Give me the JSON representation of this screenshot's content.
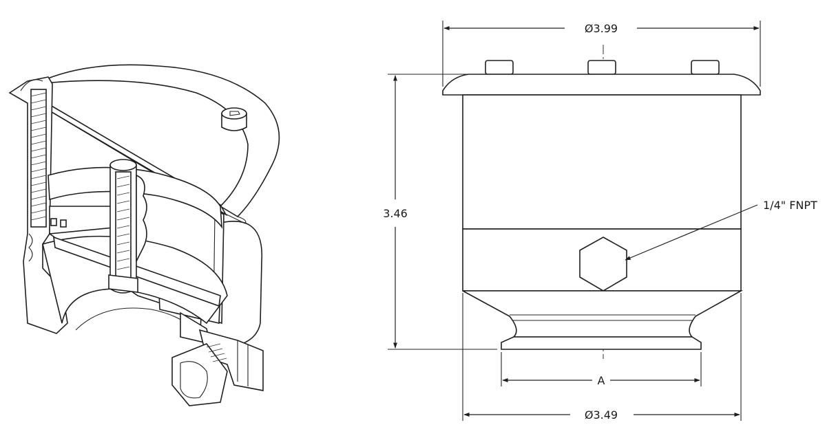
{
  "dimensions": {
    "top_diameter": "Ø3.99",
    "bottom_diameter": "Ø3.49",
    "height": "3.46",
    "opening": "A"
  },
  "callout": {
    "port": "1/4\" FNPT"
  },
  "colors": {
    "line": "#1e1e1e",
    "background": "#ffffff"
  }
}
